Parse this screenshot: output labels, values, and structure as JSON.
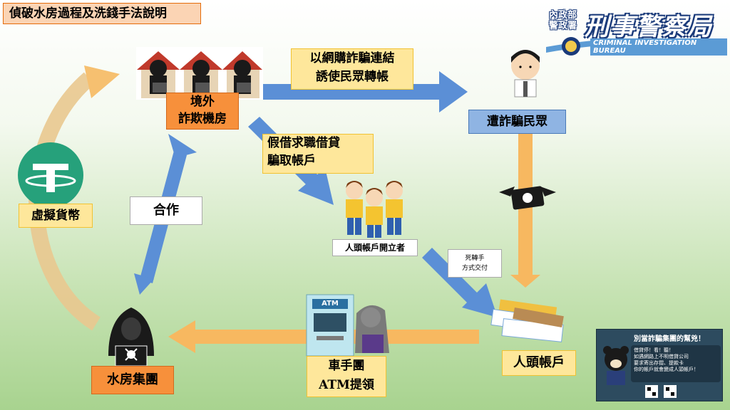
{
  "title": "偵破水房過程及洗錢手法說明",
  "logo": {
    "small_line1": "內政部",
    "small_line2": "警政署",
    "big": "刑事警察局",
    "english": "CRIMINAL INVESTIGATION BUREAU"
  },
  "nodes": {
    "fraud_center_l1": "境外",
    "fraud_center_l2": "詐欺機房",
    "victim": "遭詐騙民眾",
    "account_opener": "人頭帳戶開立者",
    "mule_account": "人頭帳戶",
    "money_laundering": "水房集團",
    "atm_crew_l1": "車手團",
    "atm_crew_l2": "ATM提領",
    "virtual_currency": "虛擬貨幣"
  },
  "edge_labels": {
    "online_shopping_l1": "以網購詐騙連結",
    "online_shopping_l2": "誘使民眾轉帳",
    "fake_job_l1": "假借求職借貸",
    "fake_job_l2": "騙取帳戶",
    "cooperate": "合作",
    "dead_transfer_l1": "死轉手",
    "dead_transfer_l2": "方式交付"
  },
  "poster": {
    "title": "別當詐騙集團的幫兇！",
    "line1": "借貸停！看！聽！",
    "line2": "如遇網路上不明借貸公司",
    "line3": "要求寄出存摺、提款卡",
    "line4": "你的帳戶就會變成人頭帳戶！"
  },
  "atm_sign": "ATM",
  "colors": {
    "arrow_blue": "#5b8fd6",
    "arrow_orange": "#f7b860",
    "orange_label": "#f7903b",
    "yellow_label": "#fee79b",
    "blue_label": "#8fb4e3"
  }
}
